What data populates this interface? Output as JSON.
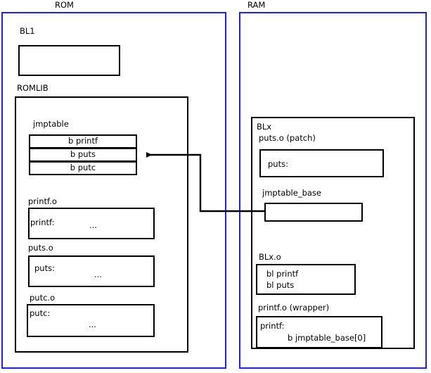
{
  "diagram": {
    "title_rom": "ROM",
    "title_ram": "RAM",
    "accent_color": "#2020ee",
    "line_color": "#000000"
  },
  "rom": {
    "label": "ROM",
    "bl1": {
      "label": "BL1",
      "content": ""
    },
    "romlib": {
      "label": "ROMLIB",
      "jmptable": {
        "label": "jmptable",
        "rows": [
          {
            "text": "b printf"
          },
          {
            "text": "b puts"
          },
          {
            "text": "b putc"
          }
        ]
      },
      "objects": [
        {
          "label": "printf.o",
          "symbol": "printf:",
          "body": "..."
        },
        {
          "label": "puts.o",
          "symbol": "puts:",
          "body": "..."
        },
        {
          "label": "putc.o",
          "symbol": "putc:",
          "body": "..."
        }
      ]
    }
  },
  "ram": {
    "label": "RAM",
    "blx": {
      "label": "BLx",
      "puts_patch": {
        "label": "puts.o (patch)",
        "symbol": "puts:"
      },
      "jmptable_base": {
        "label": "jmptable_base",
        "content": ""
      },
      "blx_o": {
        "label": "BLx.o",
        "line1": "bl printf",
        "line2": "bl puts"
      },
      "printf_wrapper": {
        "label": "printf.o (wrapper)",
        "symbol": "printf:",
        "instruction": "b jmptable_base[0]"
      }
    }
  },
  "connector": {
    "name": "jmptable-base-to-b-puts-arrow",
    "description": "arrow from jmptable_base in RAM to the 'b puts' entry of jmptable in ROM"
  }
}
